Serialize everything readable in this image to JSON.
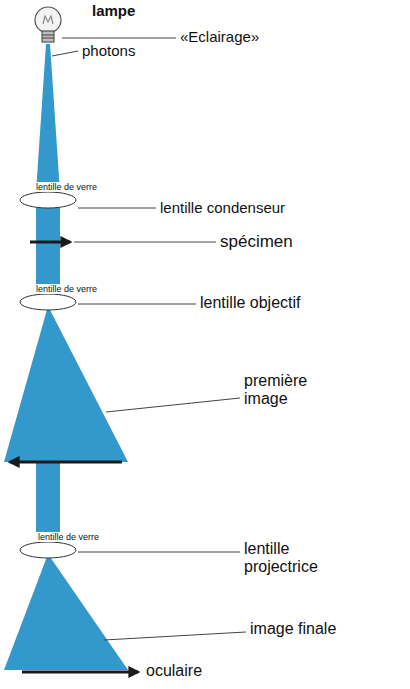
{
  "diagram": {
    "labels": [
      "lampe",
      "«Eclairage»",
      "photons",
      "lentille de verre",
      "lentille condenseur",
      "spécimen",
      "lentille de verre",
      "lentille objectif",
      "première image",
      "lentille de verre",
      "lentille projectrice",
      "image finale",
      "oculaire"
    ]
  }
}
